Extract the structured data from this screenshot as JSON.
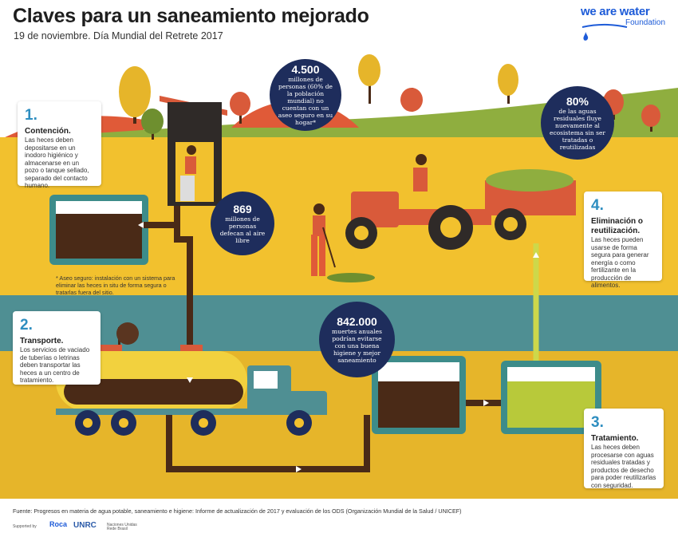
{
  "header": {
    "title": "Claves para un saneamiento mejorado",
    "subtitle": "19 de noviembre. Día Mundial del Retrete 2017"
  },
  "brand": {
    "name": "we are water",
    "sub": "Foundation",
    "color": "#1d5bd8"
  },
  "steps": [
    {
      "number": "1.",
      "title": "Contención.",
      "text": "Las heces deben depositarse en un inodoro higiénico y almacenarse en un pozo o tanque sellado, separado del contacto humano."
    },
    {
      "number": "2.",
      "title": "Transporte.",
      "text": "Los servicios de vaciado de tuberías o letrinas deben transportar las heces a un centro de tratamiento."
    },
    {
      "number": "3.",
      "title": "Tratamiento.",
      "text": "Las heces deben procesarse con aguas residuales tratadas y productos de desecho para poder reutilizarlas con seguridad."
    },
    {
      "number": "4.",
      "title": "Eliminación o reutilización.",
      "text": "Las heces pueden usarse de forma segura para generar energía o como fertilizante en la producción de alimentos."
    }
  ],
  "stats": {
    "s1": {
      "big": "4.500",
      "small": "millones de personas (60% de la población mundial) no cuentan con un aseo seguro en su hogar*"
    },
    "s2": {
      "big": "80%",
      "small": "de las aguas residuales fluye nuevamente al ecosistema sin ser tratadas o reutilizadas"
    },
    "s3": {
      "big": "869",
      "small": "millones de personas defecan al aire libre"
    },
    "s4": {
      "big": "842.000",
      "small": "muertes anuales podrían evitarse con una buena higiene y mejor saneamiento"
    }
  },
  "note": "* Aseo seguro: instalación con un sistema para eliminar las heces in situ de forma segura o tratarlas fuera del sitio.",
  "footer": {
    "source": "Fuente: Progresos en materia de agua potable, saneamiento e higiene: Informe de actualización de 2017 y evaluación de los ODS (Organización Mundial de la Salud / UNICEF)",
    "sponsor_label": "Supported by",
    "logo1": "Roca",
    "logo2": "UNRC",
    "logo3": "Naciones Unidas Rede Brasil"
  },
  "colors": {
    "sky_green": "#8fae3f",
    "field_yellow": "#f2c12e",
    "ground_teal": "#4f8f93",
    "underground": "#e6b52a",
    "pipe_brown": "#4a2a17",
    "tank_teal": "#3d8c8a",
    "stat_navy": "#1e2d5c",
    "tractor_red": "#d95a3a",
    "accent_blue": "#2e8ec0"
  }
}
